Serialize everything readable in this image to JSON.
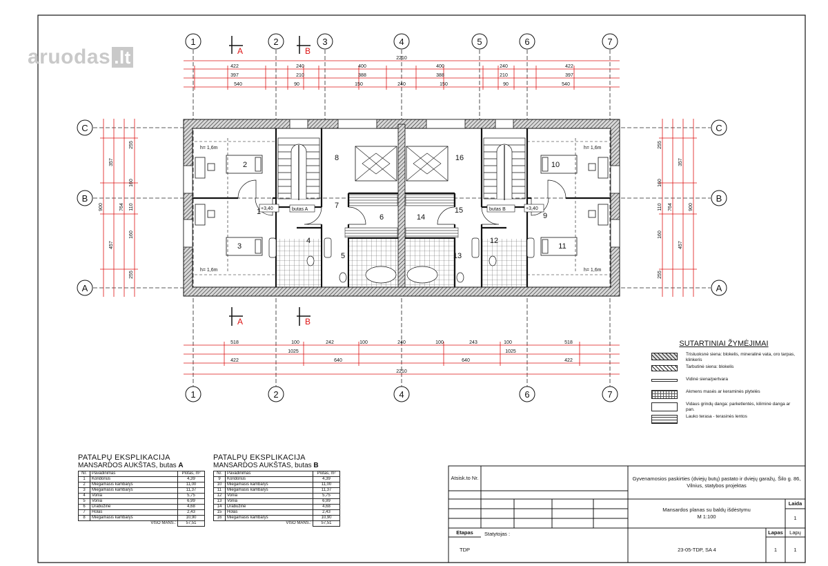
{
  "watermark": {
    "text": "aruodas",
    "suffix": ".lt"
  },
  "plan": {
    "axes_numbers": [
      "1",
      "2",
      "3",
      "4",
      "5",
      "6",
      "7"
    ],
    "axes_letters": [
      "C",
      "B",
      "A"
    ],
    "section_labels": [
      "A",
      "B"
    ],
    "top_dims": {
      "total": "2210",
      "row1": [
        "422",
        "240",
        "400",
        "400",
        "240",
        "422"
      ],
      "row2": [
        "397",
        "210",
        "388",
        "388",
        "210",
        "397"
      ],
      "row3": [
        "540",
        "90",
        "150",
        "240",
        "150",
        "90",
        "540"
      ]
    },
    "bottom_dims": {
      "row1": [
        "518",
        "100",
        "242",
        "100",
        "240",
        "100",
        "243",
        "100",
        "518"
      ],
      "row2": [
        "1025",
        "1025"
      ],
      "row3": [
        "422",
        "640",
        "640",
        "422"
      ],
      "total": "2210"
    },
    "left_dims": [
      "357",
      "255",
      "160",
      "110",
      "160",
      "457",
      "255",
      "900",
      "764"
    ],
    "right_dims": [
      "255",
      "357",
      "160",
      "110",
      "160",
      "457",
      "255",
      "764",
      "900"
    ],
    "rooms": [
      "1",
      "2",
      "3",
      "4",
      "5",
      "6",
      "7",
      "8",
      "9",
      "10",
      "11",
      "12",
      "13",
      "14",
      "15",
      "16"
    ],
    "labels": {
      "h_left_top": "h= 1,6m",
      "h_left_bottom": "h= 1,6m",
      "h_right_top": "h= 1,6m",
      "h_right_bottom": "h= 1,6m",
      "level_a": "+3,40",
      "level_b": "+3,40",
      "butas_a": "butas A",
      "butas_b": "butas B"
    }
  },
  "explication_a": {
    "title": "PATALPŲ EKSPLIKACIJA",
    "subtitle_prefix": "MANSARDOS AUKŠTAS, butas ",
    "subtitle_letter": "A",
    "headers": [
      "Nr.",
      "Pavadinimas",
      "Plotas, m²"
    ],
    "rows": [
      [
        "1",
        "Koridorius",
        "4,39"
      ],
      [
        "2",
        "Miegamasis kambarys",
        "11,00"
      ],
      [
        "3",
        "Miegamasis kambarys",
        "11,37"
      ],
      [
        "4",
        "Vonia",
        "5,75"
      ],
      [
        "5",
        "Vonia",
        "6,99"
      ],
      [
        "6",
        "Drabužinė",
        "4,68"
      ],
      [
        "7",
        "Holas",
        "2,43"
      ],
      [
        "8",
        "Miegamasis kambarys",
        "10,90"
      ]
    ],
    "total_label": "VISO MANS.:",
    "total_value": "57,51"
  },
  "explication_b": {
    "title": "PATALPŲ EKSPLIKACIJA",
    "subtitle_prefix": "MANSARDOS AUKŠTAS, butas ",
    "subtitle_letter": "B",
    "headers": [
      "Nr.",
      "Pavadinimas",
      "Plotas, m²"
    ],
    "rows": [
      [
        "9",
        "Koridorius",
        "4,39"
      ],
      [
        "10",
        "Miegamasis kambarys",
        "11,00"
      ],
      [
        "11",
        "Miegamasis kambarys",
        "11,37"
      ],
      [
        "12",
        "Vonia",
        "5,75"
      ],
      [
        "13",
        "Vonia",
        "6,99"
      ],
      [
        "14",
        "Drabužinė",
        "4,68"
      ],
      [
        "15",
        "Holas",
        "2,43"
      ],
      [
        "16",
        "Miegamasis kambarys",
        "10,90"
      ]
    ],
    "total_label": "VISO MANS.:",
    "total_value": "57,51"
  },
  "legend": {
    "title": "SUTARTINIAI ŽYMĖJIMAI",
    "items": [
      "Trisluoksnė siena: blokelis, mineralinė vata, oro tarpas, klinkeris",
      "Tarbutinė siena: blokelis",
      "Vidinė siena/pertvara",
      "Akmens masės ar keraminės plytelės",
      "Vidaus grindų danga: parketlentės, kiliminė danga ar pan.",
      "Lauko terasa - terasinės lentos"
    ]
  },
  "titleblock": {
    "approve_label": "Atsisk.to Nr.",
    "project": "Gyvenamosios paskirties (dviejų butų) pastato ir dviejų garažų, Šilo g. 86, Vilnius, statybos projektas",
    "drawing": "Mansardos planas su baldų išdėstymu",
    "scale": "M 1:100",
    "laida_label": "Laida",
    "laida_value": "1",
    "etapas_label": "Etapas",
    "etapas_value": "TDP",
    "statytojas_label": "Statytojas :",
    "code": "23-05-TDP, SA 4",
    "lapas_label": "Lapas",
    "lapas_value": "1",
    "lapu_label": "Lapų",
    "lapu_value": "1"
  }
}
